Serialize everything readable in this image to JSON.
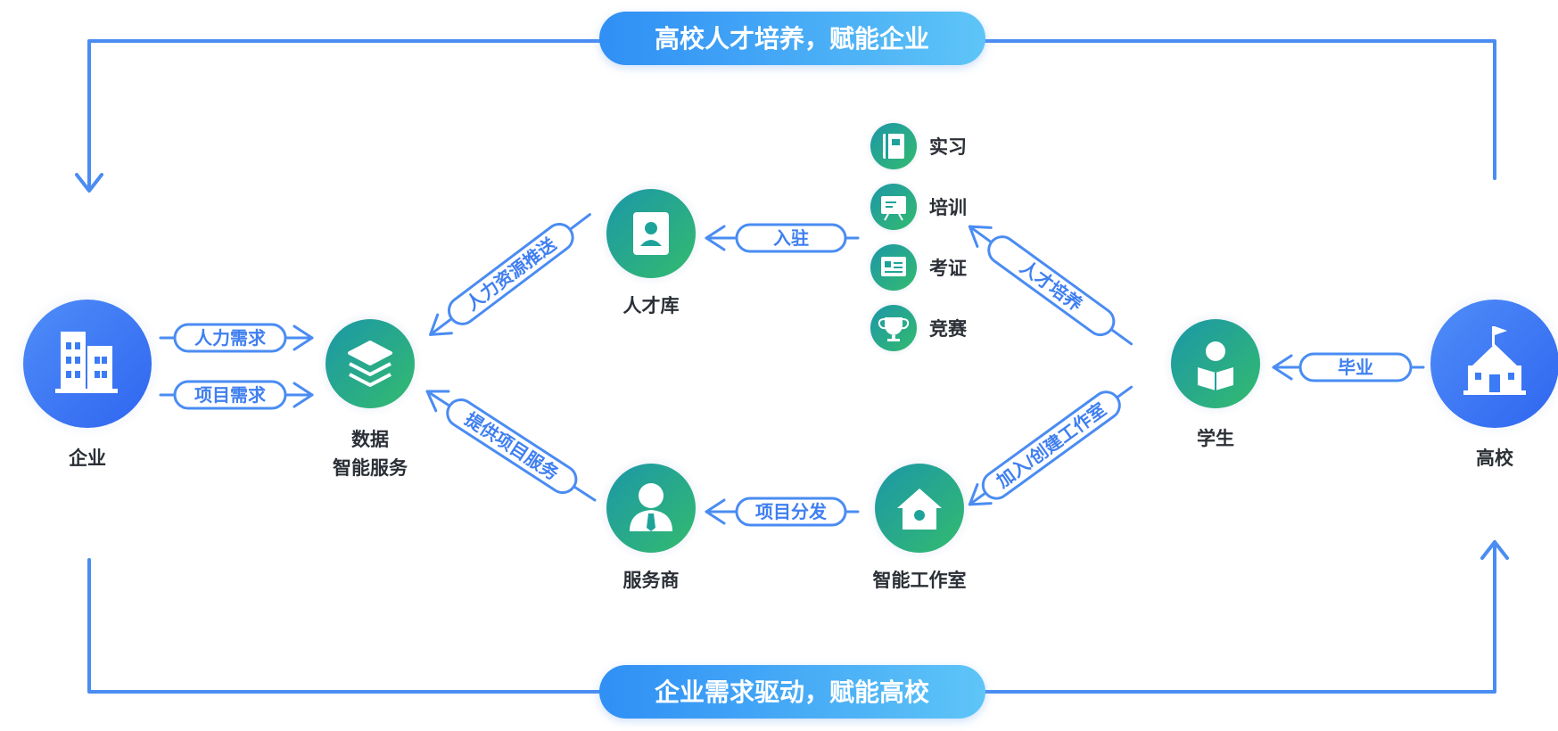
{
  "banners": {
    "top": "高校人才培养，赋能企业",
    "bottom": "企业需求驱动，赋能高校"
  },
  "nodes": {
    "enterprise": "企业",
    "data_service_line1": "数据",
    "data_service_line2": "智能服务",
    "talent_pool": "人才库",
    "service_provider": "服务商",
    "studio": "智能工作室",
    "student": "学生",
    "university": "高校"
  },
  "activities": {
    "internship": "实习",
    "training": "培训",
    "certification": "考证",
    "competition": "竞赛"
  },
  "flows": {
    "hr_demand": "人力需求",
    "project_demand": "项目需求",
    "hr_push": "人力资源推送",
    "provide_service": "提供项目服务",
    "settle_in": "入驻",
    "project_dispatch": "项目分发",
    "talent_training": "人才培养",
    "join_studio": "加入/创建工作室",
    "graduate": "毕业"
  },
  "colors": {
    "line_blue": "#4a8cf2",
    "enterprise_blue": "#3b7cf6",
    "node_green": "#2bb07a",
    "node_teal": "#1c9aa0",
    "banner_start": "#2f8ff5",
    "banner_end": "#5ec5f7"
  }
}
